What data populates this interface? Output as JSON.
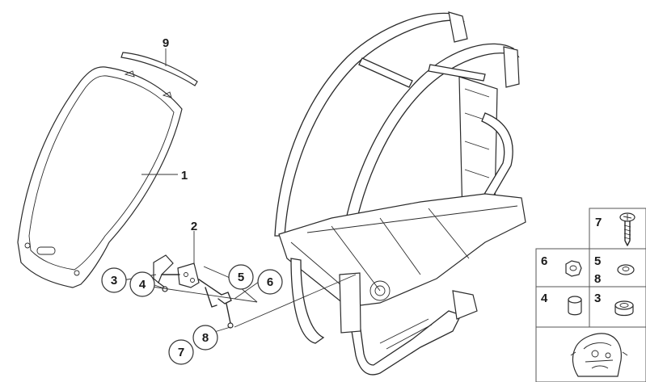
{
  "callouts": [
    {
      "id": "9",
      "label": "9"
    },
    {
      "id": "1",
      "label": "1"
    },
    {
      "id": "2",
      "label": "2"
    },
    {
      "id": "3",
      "label": "3"
    },
    {
      "id": "4",
      "label": "4"
    },
    {
      "id": "5",
      "label": "5"
    },
    {
      "id": "6",
      "label": "6"
    },
    {
      "id": "7",
      "label": "7"
    },
    {
      "id": "8",
      "label": "8"
    }
  ],
  "legend": {
    "cells": [
      {
        "label": "7"
      },
      {
        "label": "6"
      },
      {
        "label": "5"
      },
      {
        "label": "8"
      },
      {
        "label": "4"
      },
      {
        "label": "3"
      }
    ]
  }
}
